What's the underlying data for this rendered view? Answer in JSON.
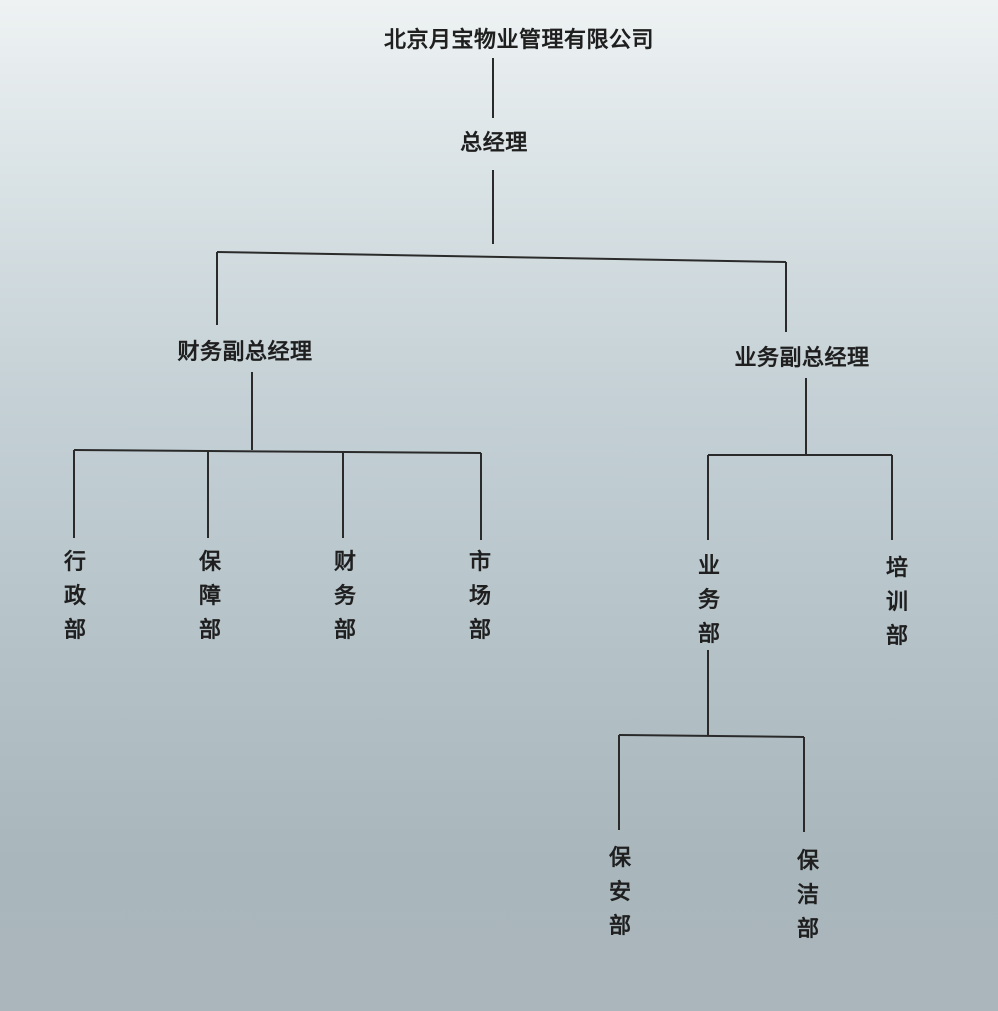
{
  "org_chart": {
    "company": "北京月宝物业管理有限公司",
    "general_manager": "总经理",
    "finance_vp": "财务副总经理",
    "business_vp": "业务副总经理",
    "departments": {
      "administration": "行政部",
      "security": "保障部",
      "finance": "财务部",
      "marketing": "市场部",
      "business": "业务部",
      "training": "培训部",
      "guard": "保安部",
      "cleaning": "保洁部"
    }
  },
  "colors": {
    "line": "#2a2a2a",
    "text": "#1f1f1f",
    "background": "#c4d0d5"
  }
}
